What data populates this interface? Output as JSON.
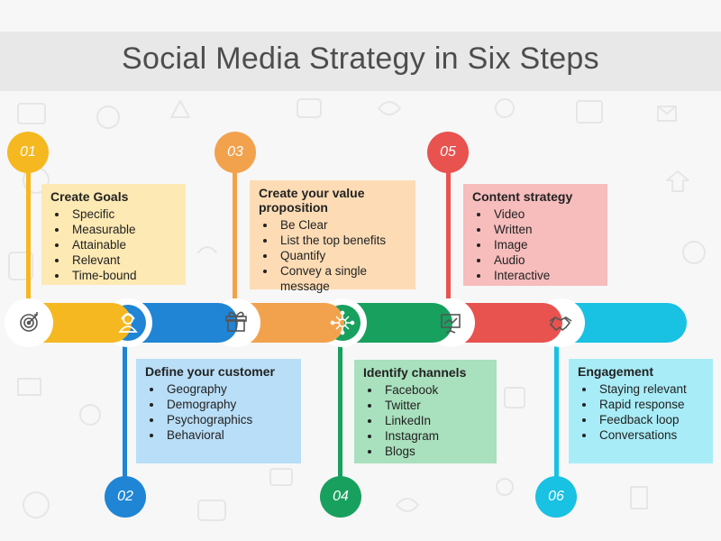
{
  "title": "Social Media Strategy in Six Steps",
  "steps": [
    {
      "number": "01",
      "title": "Create Goals",
      "color": "#f6b820",
      "box_color": "#fde9b3",
      "items": [
        "Specific",
        "Measurable",
        "Attainable",
        "Relevant",
        "Time-bound"
      ],
      "icon": "target-icon"
    },
    {
      "number": "02",
      "title": "Define your customer",
      "color": "#1f85d4",
      "box_color": "#b9def7",
      "items": [
        "Geography",
        "Demography",
        "Psychographics",
        "Behavioral"
      ],
      "icon": "customer-icon"
    },
    {
      "number": "03",
      "title": "Create your value proposition",
      "color": "#f2a24d",
      "box_color": "#fddcb5",
      "items": [
        "Be Clear",
        "List the top benefits",
        "Quantify",
        "Convey a single message"
      ],
      "icon": "gift-icon"
    },
    {
      "number": "04",
      "title": "Identify channels",
      "color": "#18a05e",
      "box_color": "#a9e0bd",
      "items": [
        "Facebook",
        "Twitter",
        "LinkedIn",
        "Instagram",
        "Blogs"
      ],
      "icon": "network-icon"
    },
    {
      "number": "05",
      "title": "Content strategy",
      "color": "#e8524f",
      "box_color": "#f7bcbc",
      "items": [
        "Video",
        "Written",
        "Image",
        "Audio",
        "Interactive"
      ],
      "icon": "presentation-icon"
    },
    {
      "number": "06",
      "title": "Engagement",
      "color": "#19c1e3",
      "box_color": "#a8ecf7",
      "items": [
        "Staying relevant",
        "Rapid response",
        "Feedback loop",
        "Conversations"
      ],
      "icon": "handshake-icon"
    }
  ]
}
